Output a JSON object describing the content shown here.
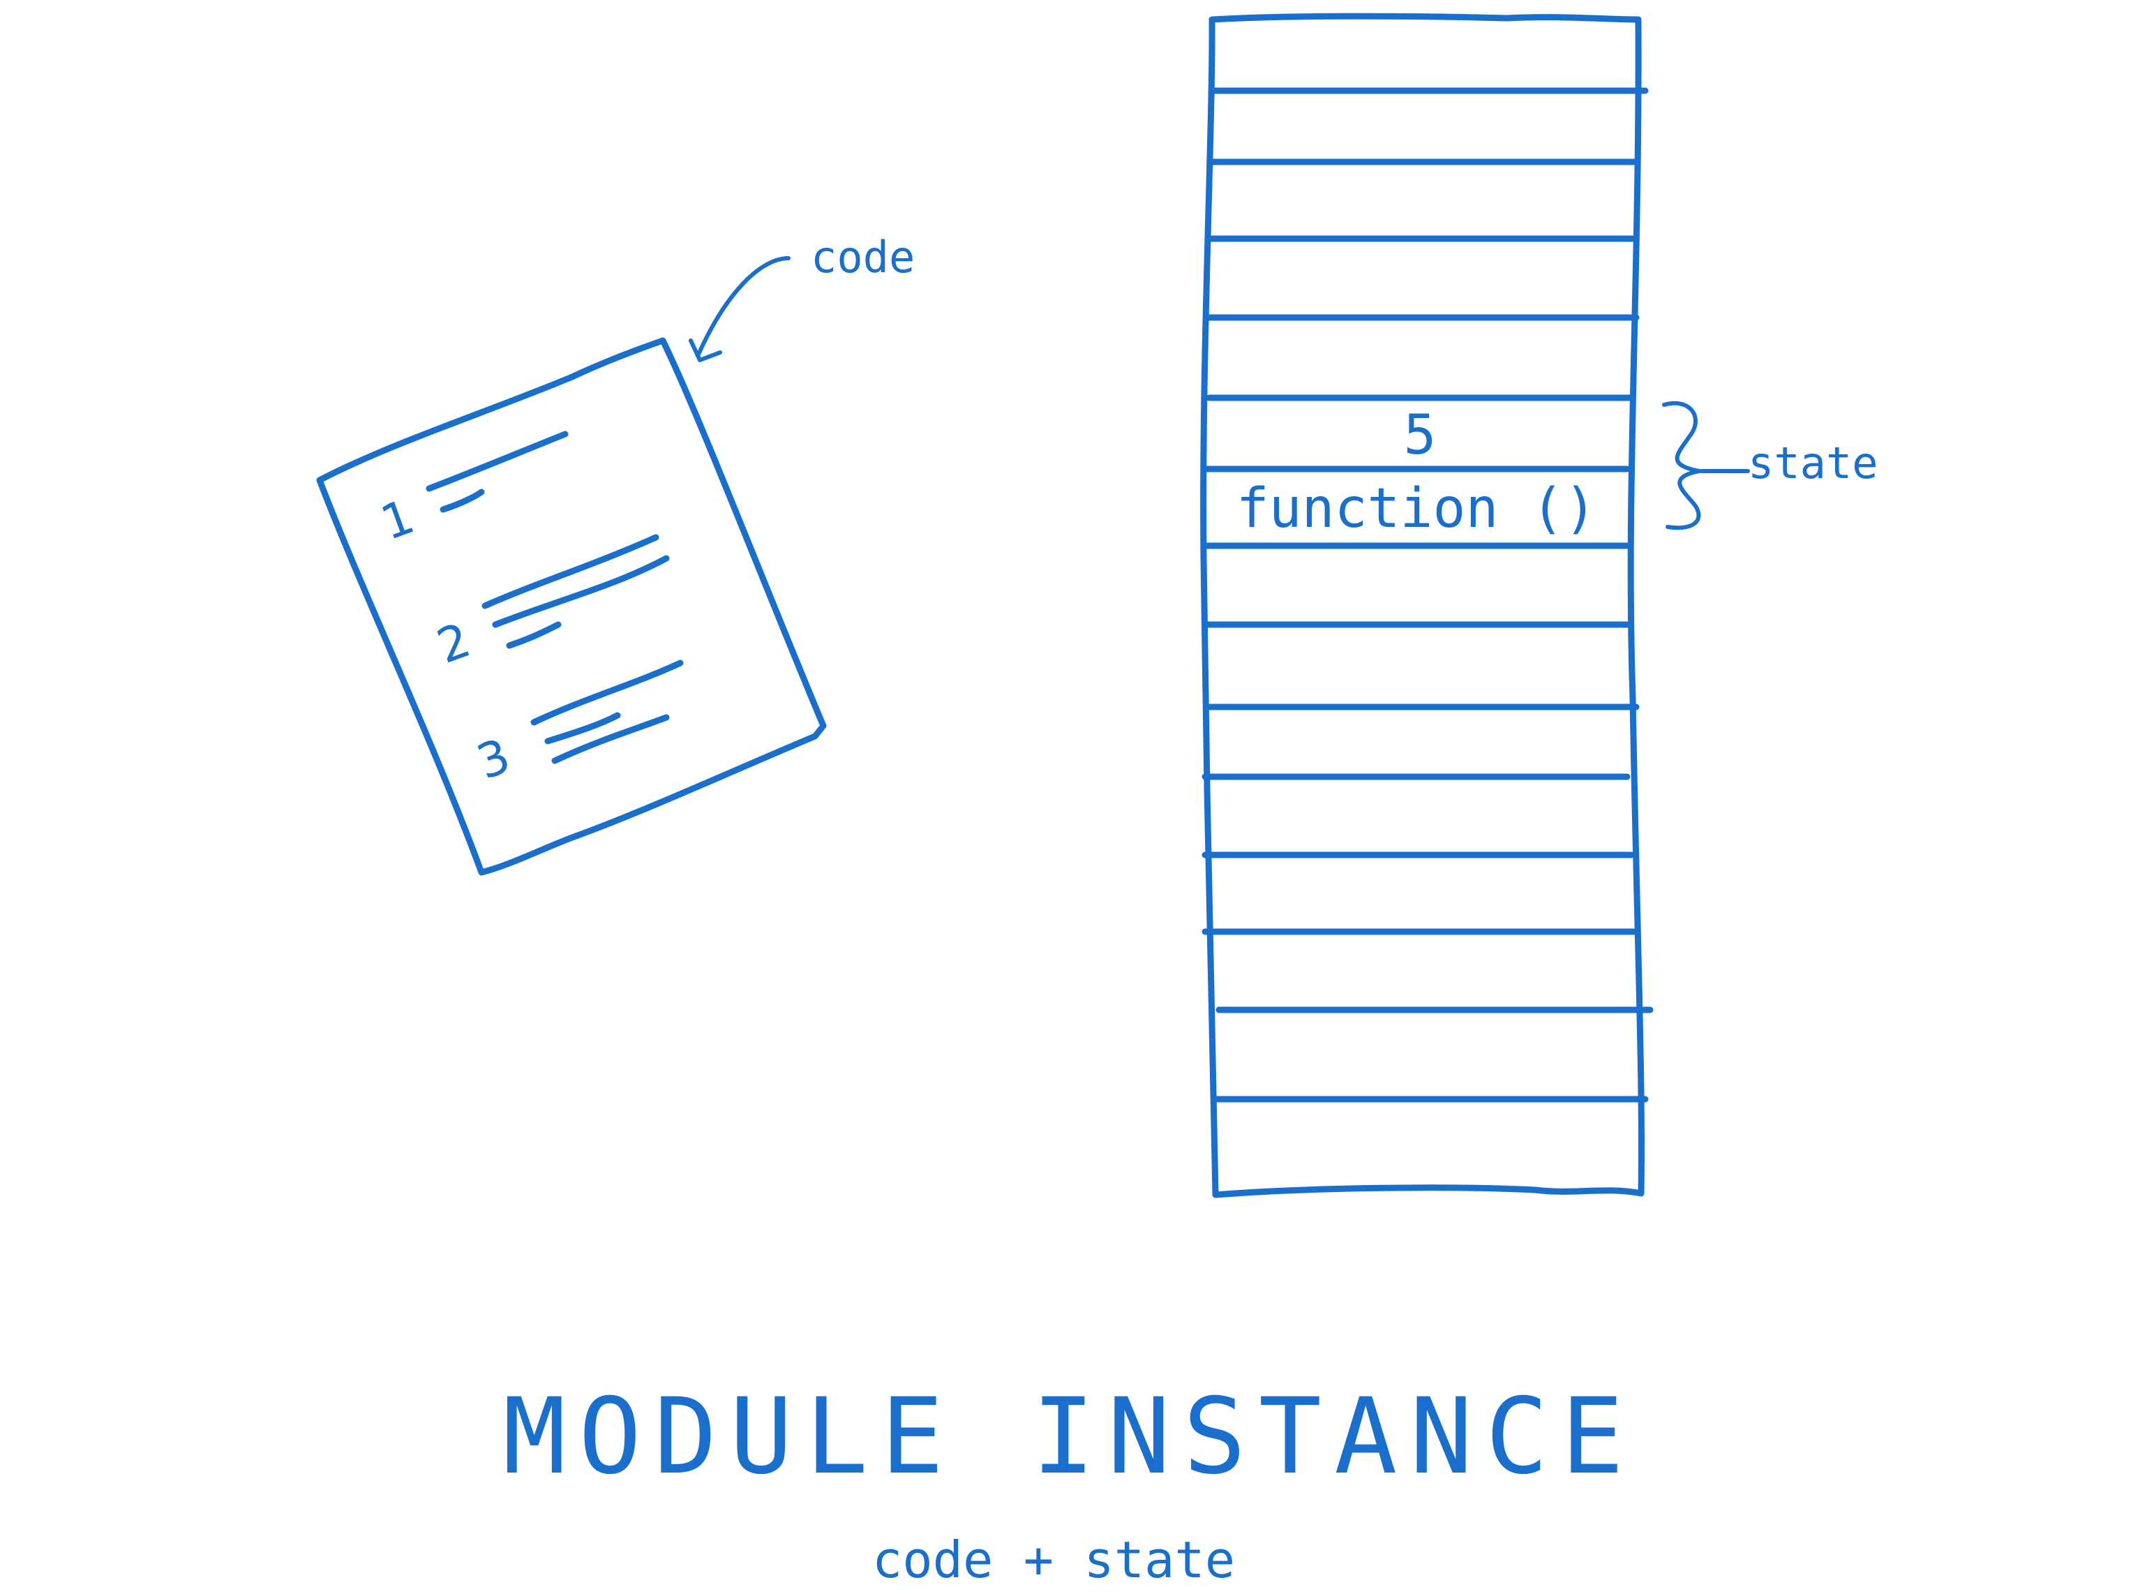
{
  "document": {
    "lines": [
      "1",
      "2",
      "3"
    ],
    "label": "code"
  },
  "memory": {
    "cells": [
      "5",
      "function ()"
    ],
    "label": "state"
  },
  "caption": {
    "title": "MODULE INSTANCE",
    "subtitle": "code + state"
  },
  "colors": {
    "ink": "#1a6fcc",
    "background": "#ffffff"
  }
}
